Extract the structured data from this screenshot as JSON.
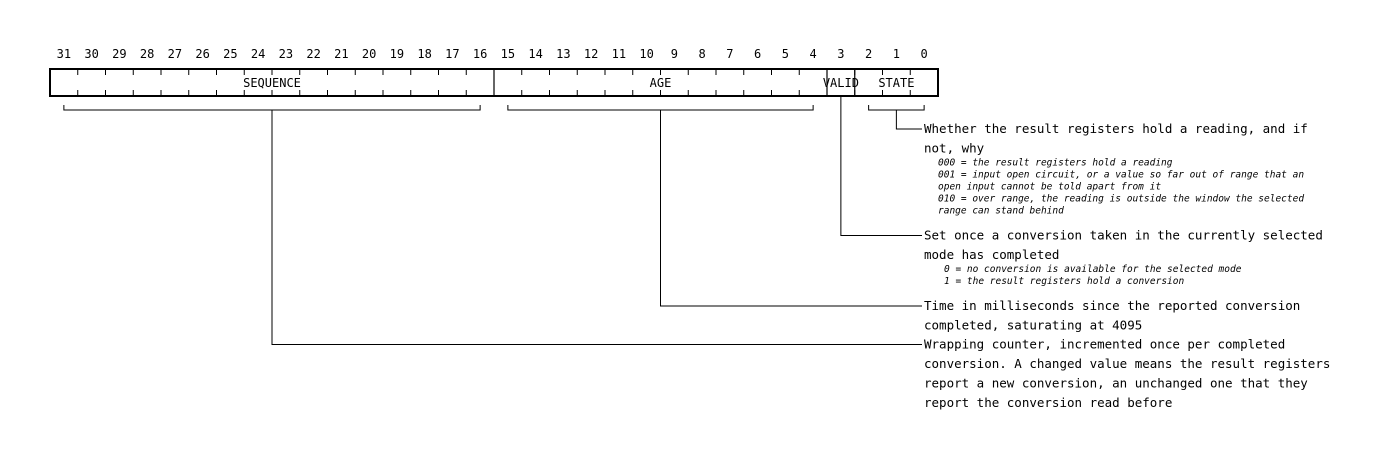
{
  "register": {
    "bits": [
      "31",
      "30",
      "29",
      "28",
      "27",
      "26",
      "25",
      "24",
      "23",
      "22",
      "21",
      "20",
      "19",
      "18",
      "17",
      "16",
      "15",
      "14",
      "13",
      "12",
      "11",
      "10",
      "9",
      "8",
      "7",
      "6",
      "5",
      "4",
      "3",
      "2",
      "1",
      "0"
    ],
    "fields": [
      {
        "name": "SEQUENCE",
        "msb": 31,
        "lsb": 16,
        "description": [
          "Wrapping counter, incremented once per completed",
          "conversion. A changed value means the result registers",
          "report a new conversion, an unchanged one that they",
          "report the conversion read before"
        ],
        "values": []
      },
      {
        "name": "AGE",
        "msb": 15,
        "lsb": 4,
        "description": [
          "Time in milliseconds since the reported conversion",
          "completed, saturating at 4095"
        ],
        "values": []
      },
      {
        "name": "VALID",
        "msb": 3,
        "lsb": 3,
        "description": [
          "Set once a conversion taken in the currently selected",
          "mode has completed"
        ],
        "values": [
          "0 = no conversion is available for the selected mode",
          "1 = the result registers hold a conversion"
        ]
      },
      {
        "name": "STATE",
        "msb": 2,
        "lsb": 0,
        "description": [
          "Whether the result registers hold a reading, and if",
          "not, why"
        ],
        "values": [
          "000 = the result registers hold a reading",
          "001 = input open circuit, or a value so far out of range that an",
          "open input cannot be told apart from it",
          "010 = over range, the reading is outside the window the selected",
          "range can stand behind"
        ]
      }
    ]
  }
}
